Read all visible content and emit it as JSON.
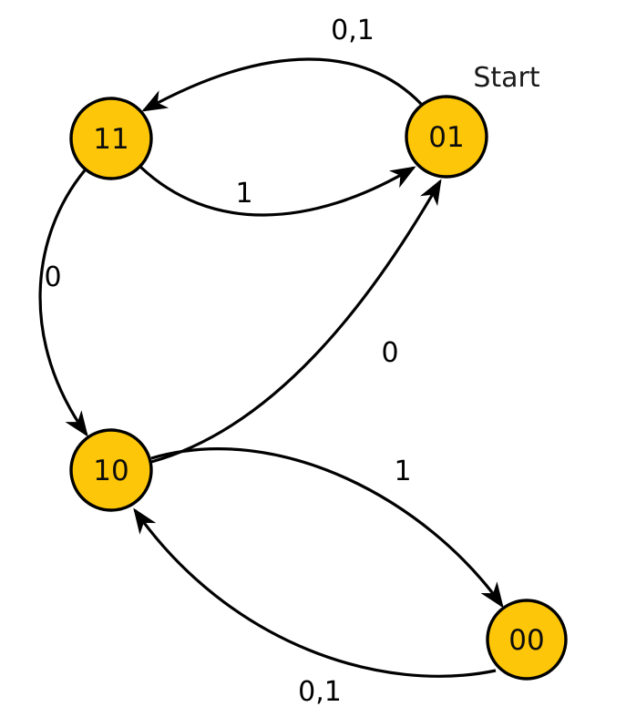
{
  "diagram": {
    "title": "finite-state-machine",
    "start_label": "Start",
    "node_fill": "#FDC608",
    "node_stroke": "#000000",
    "edge_color": "#000000",
    "states": [
      {
        "id": "11",
        "label": "11"
      },
      {
        "id": "01",
        "label": "01",
        "is_start": true
      },
      {
        "id": "10",
        "label": "10"
      },
      {
        "id": "00",
        "label": "00"
      }
    ],
    "transitions": [
      {
        "from": "01",
        "to": "11",
        "label": "0,1"
      },
      {
        "from": "11",
        "to": "01",
        "label": "1"
      },
      {
        "from": "11",
        "to": "10",
        "label": "0"
      },
      {
        "from": "10",
        "to": "01",
        "label": "0"
      },
      {
        "from": "10",
        "to": "00",
        "label": "1"
      },
      {
        "from": "00",
        "to": "10",
        "label": "0,1"
      }
    ]
  }
}
